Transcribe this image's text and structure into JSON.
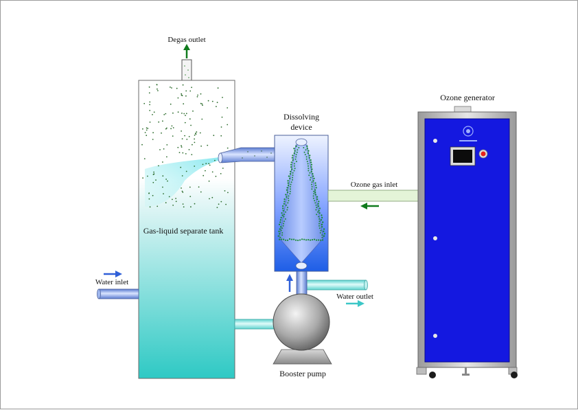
{
  "labels": {
    "degas_outlet": "Degas outlet",
    "dissolving_device_line1": "Dissolving",
    "dissolving_device_line2": "device",
    "ozone_generator": "Ozone generator",
    "ozone_gas_inlet": "Ozone gas inlet",
    "gas_liquid_tank": "Gas-liquid separate tank",
    "water_inlet": "Water inlet",
    "water_outlet": "Water outlet",
    "booster_pump": "Booster pump"
  },
  "colors": {
    "tank_liquid_top": "#d8f1f1",
    "tank_liquid_bottom": "#2ec9c4",
    "pipe_blue": "#7f9ee0",
    "pipe_cyan": "#8fe6e2",
    "generator_blue": "#1418e0",
    "generator_frame": "#cfcfcf",
    "arrow_green": "#0f7a1c",
    "arrow_blue": "#2f5fd8",
    "arrow_cyan": "#3cc7c7",
    "bubble_green": "#1f8c3a"
  },
  "icons": {
    "degas_arrow": "arrow-up-icon",
    "ozone_arrow": "arrow-left-icon",
    "water_inlet_arrow": "arrow-right-icon",
    "water_outlet_arrow": "arrow-right-icon",
    "pump_up_arrow": "arrow-up-icon"
  }
}
